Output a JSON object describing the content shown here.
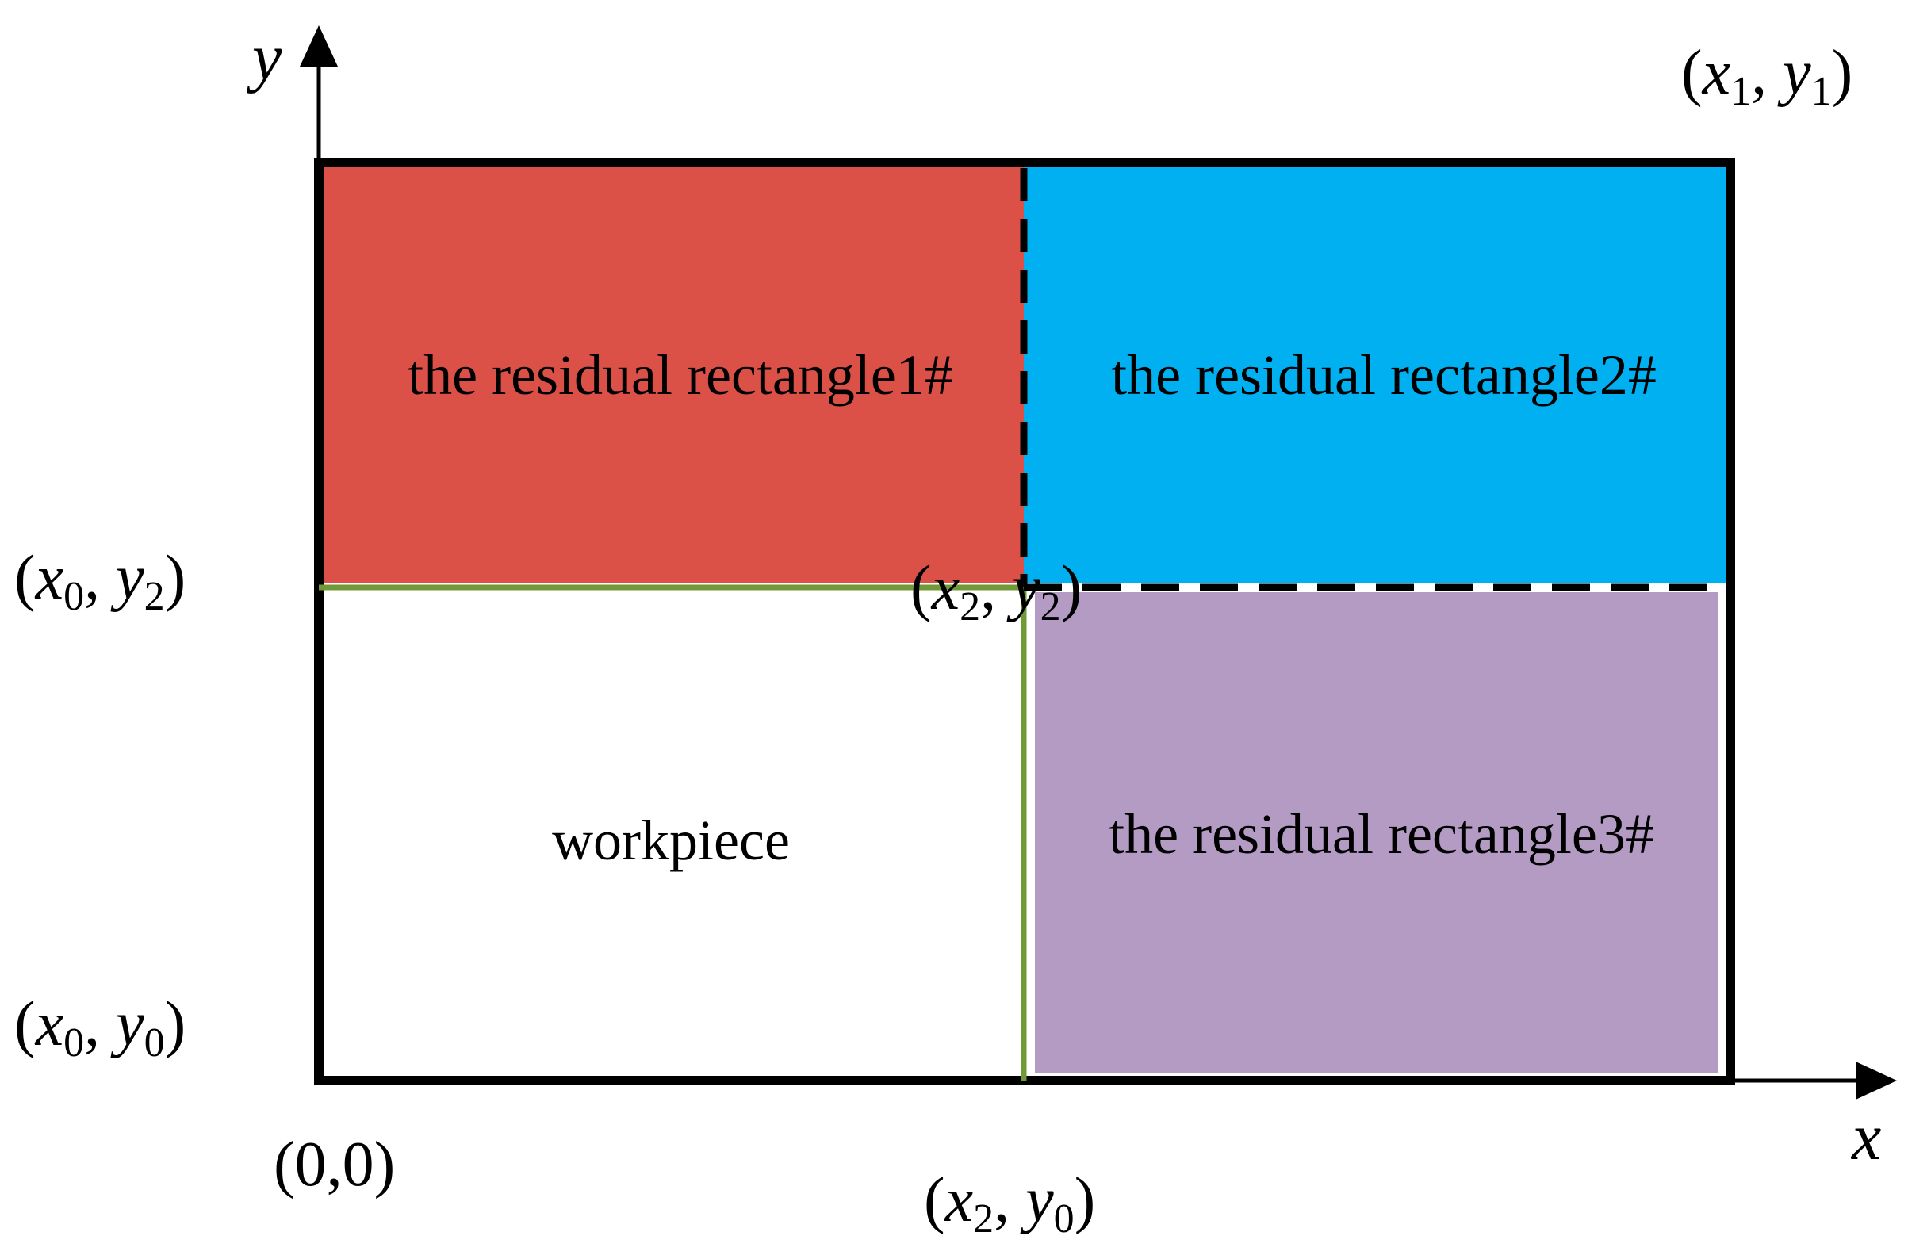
{
  "colors": {
    "rect1": "#db5147",
    "rect2": "#00b0f0",
    "rect3": "#b39bc4",
    "workpiece": "#ffffff",
    "outline": "#000000",
    "green_line": "#6f9a35",
    "dashed_line": "#000000"
  },
  "regions": {
    "rect1_label": "the residual rectangle1#",
    "rect2_label": "the residual rectangle2#",
    "rect3_label": "the residual rectangle3#",
    "workpiece_label": "workpiece"
  },
  "axes": {
    "x_label": "x",
    "y_label": "y"
  },
  "points": {
    "x1y1": {
      "x": "x",
      "xs": "1",
      "y": "y",
      "ys": "1"
    },
    "x0y2": {
      "x": "x",
      "xs": "0",
      "y": "y",
      "ys": "2"
    },
    "x2y2": {
      "x": "x",
      "xs": "2",
      "y": "y",
      "ys": "2"
    },
    "x0y0": {
      "x": "x",
      "xs": "0",
      "y": "y",
      "ys": "0"
    },
    "x2y0": {
      "x": "x",
      "xs": "2",
      "y": "y",
      "ys": "0"
    },
    "origin": "(0,0)"
  }
}
